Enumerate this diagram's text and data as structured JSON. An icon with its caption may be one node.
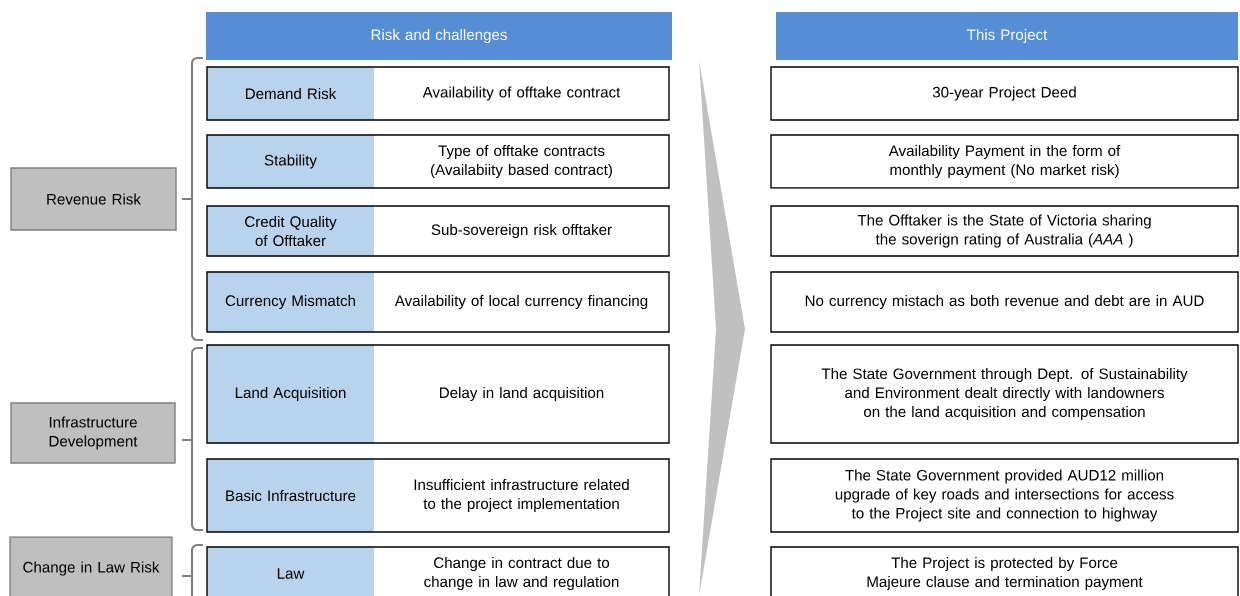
{
  "diagram": {
    "nodes": [
      {
        "text": [
          "Risk and challenges"
        ]
      },
      {
        "text": [
          "This Project"
        ]
      },
      {
        "text": [
          "Revenue Risk"
        ]
      },
      {
        "text": [
          "Infrastructure Development"
        ]
      },
      {
        "text": [
          "Change in Law Risk"
        ]
      },
      {
        "text": [
          "Demand Risk",
          "Availability of offtake contract"
        ]
      },
      {
        "text": [
          "Stability",
          "Type of offtake contracts (Availabiity based contract)"
        ]
      },
      {
        "text": [
          "Credit Quality of Offtaker",
          "Sub-sovereign risk offtaker"
        ]
      },
      {
        "text": [
          "Currency Mismatch",
          "Availability of local currency financing"
        ]
      },
      {
        "text": [
          "Land Acquisition",
          "Delay in land acquisition"
        ]
      },
      {
        "text": [
          "Basic Infrastructure",
          "Insufficient infrastructure related to the project implementation"
        ]
      },
      {
        "text": [
          "Law",
          "Change in contract due to change in law and regulation"
        ]
      },
      {
        "text": [
          "30-year Project Deed"
        ]
      },
      {
        "text": [
          "Availability Payment in the form of monthly payment (No market risk)"
        ]
      },
      {
        "text": [
          "The Offtaker is the State of Victoria sharing the soverign rating of Australia (*AAA* )"
        ]
      },
      {
        "text": [
          "No currency mistach as both revenue and debt are in AUD"
        ]
      },
      {
        "text": [
          "The State Government through Dept. of Sustainability and Environment dealt directly with landowners on the land acquisition and compensation"
        ]
      },
      {
        "text": [
          "The State Government provided AUD12 million upgrade of key roads and intersections for access to the Project site and connection to highway"
        ]
      },
      {
        "text": [
          "The Project is protected by Force Majeure clause and termination payment"
        ]
      }
    ]
  }
}
